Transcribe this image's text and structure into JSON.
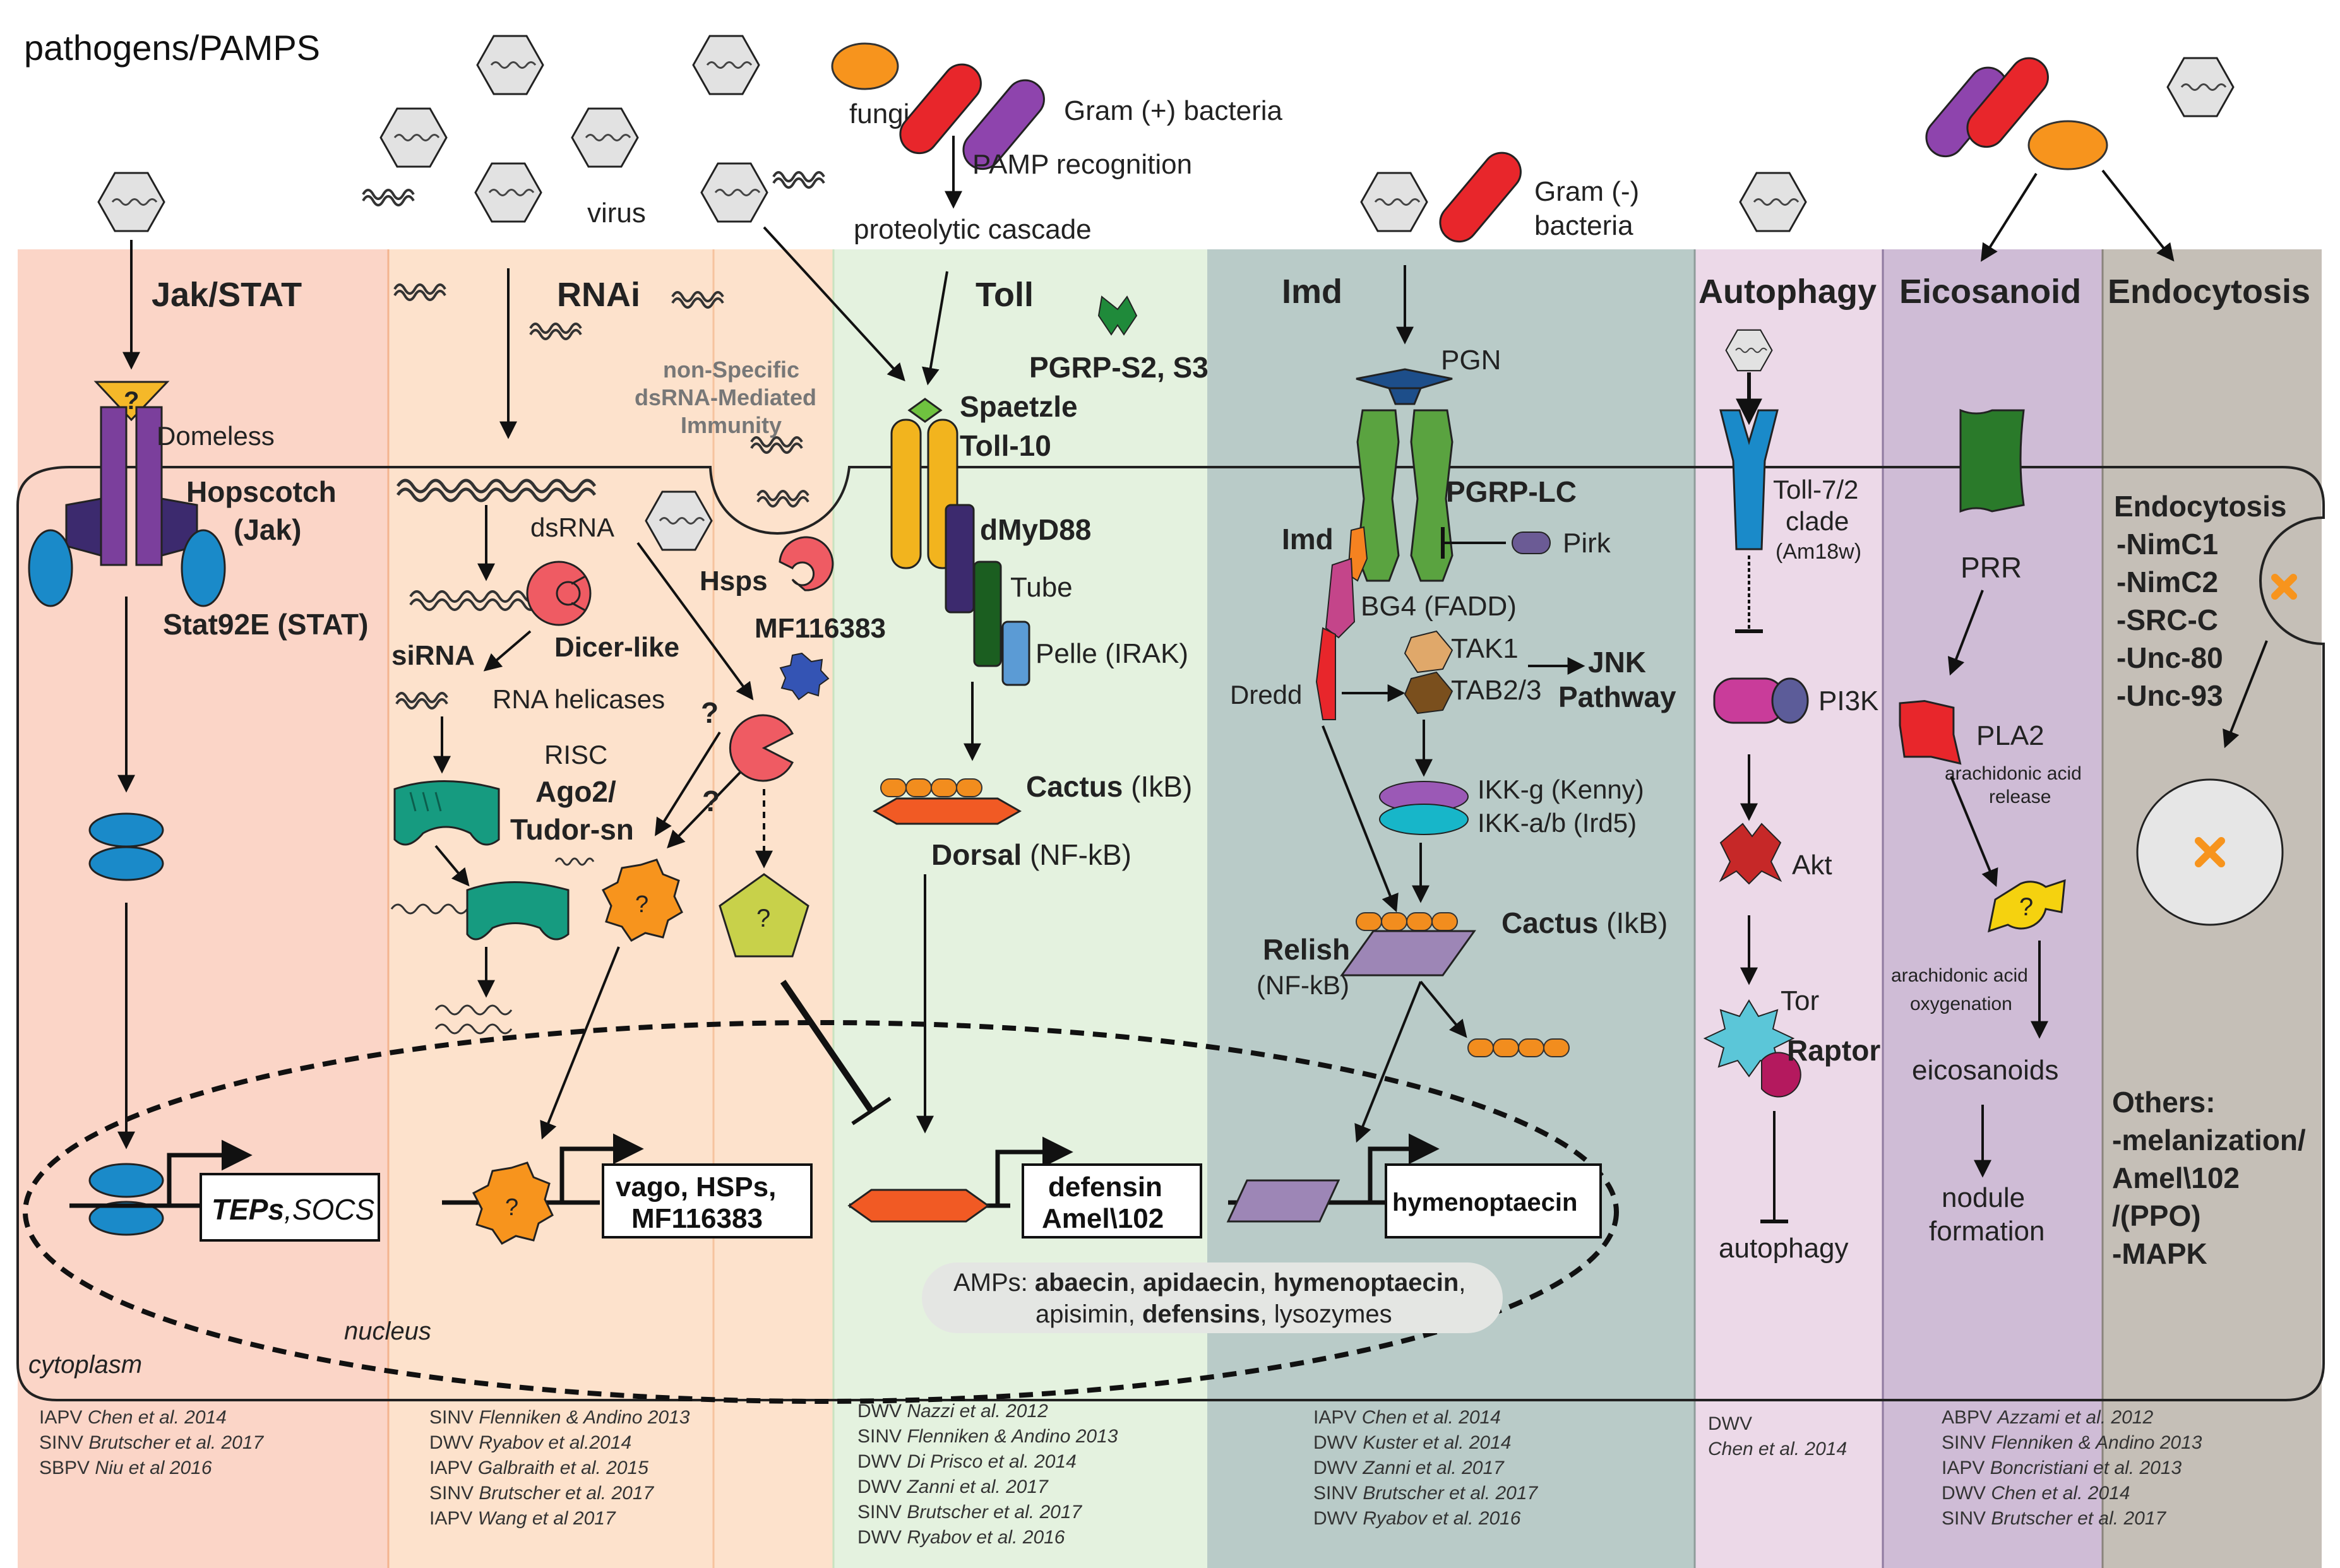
{
  "header": {
    "pathogens_label": "pathogens/PAMPS",
    "virus_label": "virus",
    "fungi_label": "fungi",
    "gram_pos_label": "Gram (+) bacteria",
    "pamp_recognition": "PAMP recognition",
    "proteolytic_cascade": "proteolytic cascade",
    "gram_neg_label_1": "Gram (-)",
    "gram_neg_label_2": "bacteria"
  },
  "lanes": {
    "jakstat": "Jak/STAT",
    "rnai": "RNAi",
    "toll": "Toll",
    "imd": "Imd",
    "autophagy": "Autophagy",
    "eicosanoid": "Eicosanoid",
    "endocytosis": "Endocytosis"
  },
  "jakstat": {
    "question": "?",
    "domeless": "Domeless",
    "hopscotch_1": "Hopscotch",
    "hopscotch_2": "(Jak)",
    "stat92e": "Stat92E (STAT)",
    "teps": "TEPs",
    "socs": ",SOCS"
  },
  "rnai": {
    "nonspecific_1": "non-Specific",
    "nonspecific_2": "dsRNA-Mediated",
    "nonspecific_3": "Immunity",
    "dsrna": "dsRNA",
    "sirna": "siRNA",
    "dicer": "Dicer-like",
    "helicases": "RNA  helicases",
    "risc": "RISC",
    "ago2": "Ago2/",
    "tudor": "Tudor-sn",
    "hsps": "Hsps",
    "mf116383": "MF116383",
    "q": "?",
    "box_1": "vago, HSPs,",
    "box_2": "MF116383"
  },
  "toll": {
    "pgrp_s": "PGRP-S2, S3",
    "spaetzle": "Spaetzle",
    "toll10": "Toll-10",
    "dmyd88": "dMyD88",
    "tube": "Tube",
    "pelle": "Pelle (IRAK)",
    "cactus": "Cactus",
    "cactus_ikb": " (IkB)",
    "dorsal": "Dorsal",
    "dorsal_nfkb": " (NF-kB)",
    "box_1": "defensin",
    "box_2": "Amel\\102",
    "amps_line1": [
      {
        "t": "AMPs: ",
        "b": false
      },
      {
        "t": "abaecin",
        "b": true
      },
      {
        "t": ", ",
        "b": false
      },
      {
        "t": "apidaecin",
        "b": true
      },
      {
        "t": ", ",
        "b": false
      },
      {
        "t": "hymenoptaecin",
        "b": true
      },
      {
        "t": ",",
        "b": false
      }
    ],
    "amps_line2": [
      {
        "t": "apisimin, ",
        "b": false
      },
      {
        "t": "defensins",
        "b": true
      },
      {
        "t": ", lysozymes",
        "b": false
      }
    ]
  },
  "imd": {
    "pgn": "PGN",
    "pgrp_lc": "PGRP-LC",
    "pirk": "Pirk",
    "imd": "Imd",
    "bg4": "BG4 (FADD)",
    "tak1": "TAK1",
    "tab": "TAB2/3",
    "jnk_1": "JNK",
    "jnk_2": "Pathway",
    "dredd": "Dredd",
    "ikkg": "IKK-g (Kenny)",
    "ikkab": "IKK-a/b (Ird5)",
    "cactus": "Cactus",
    "cactus_ikb": " (IkB)",
    "relish": "Relish",
    "relish_nfkb": "(NF-kB)",
    "box": "hymenoptaecin"
  },
  "autophagy": {
    "toll72_1": "Toll-7/2",
    "toll72_2": "clade",
    "toll72_3": "(Am18w)",
    "pi3k": "PI3K",
    "akt": "Akt",
    "tor": "Tor",
    "raptor": "Raptor",
    "autophagy": "autophagy"
  },
  "eicosanoid": {
    "prr": "PRR",
    "pla2": "PLA2",
    "aa_release_1": "arachidonic acid",
    "aa_release_2": "release",
    "aa_oxy_1": "arachidonic acid",
    "aa_oxy_2": "oxygenation",
    "eicosanoids": "eicosanoids",
    "nodule_1": "nodule",
    "nodule_2": "formation"
  },
  "endocytosis": {
    "items": [
      "Endocytosis",
      "-NimC1",
      "-NimC2",
      "-SRC-C",
      "-Unc-80",
      "-Unc-93"
    ],
    "others": [
      "Others:",
      "-melanization/",
      "Amel\\102",
      "/(PPO)",
      "-MAPK"
    ]
  },
  "cell": {
    "nucleus": "nucleus",
    "cytoplasm": "cytoplasm"
  },
  "citations": {
    "jakstat": [
      [
        "IAPV ",
        "Chen et al. 2014"
      ],
      [
        "SINV ",
        "Brutscher et al. 2017"
      ],
      [
        "SBPV ",
        "Niu et al 2016"
      ]
    ],
    "rnai": [
      [
        "SINV ",
        "Flenniken & Andino 2013"
      ],
      [
        "DWV ",
        "Ryabov et al.2014"
      ],
      [
        "IAPV ",
        "Galbraith et al. 2015"
      ],
      [
        "SINV ",
        "Brutscher et al. 2017"
      ],
      [
        "IAPV ",
        "Wang et al 2017"
      ]
    ],
    "toll": [
      [
        "DWV ",
        "Nazzi et al. 2012"
      ],
      [
        "SINV ",
        "Flenniken & Andino 2013"
      ],
      [
        "DWV ",
        "Di Prisco et al. 2014"
      ],
      [
        "DWV ",
        "Zanni et al. 2017"
      ],
      [
        "SINV ",
        "Brutscher et al. 2017"
      ],
      [
        "DWV ",
        "Ryabov et al. 2016"
      ]
    ],
    "imd": [
      [
        "IAPV ",
        "Chen et al. 2014"
      ],
      [
        "DWV ",
        "Kuster et al. 2014"
      ],
      [
        "DWV ",
        "Zanni et al. 2017"
      ],
      [
        "SINV ",
        "Brutscher et al. 2017"
      ],
      [
        "DWV ",
        "Ryabov et al. 2016"
      ]
    ],
    "autophagy": [
      [
        "DWV",
        ""
      ],
      [
        "",
        "Chen et al. 2014"
      ]
    ],
    "eicosanoid": [
      [
        "ABPV ",
        "Azzami et al. 2012"
      ],
      [
        "SINV ",
        "Flenniken & Andino 2013"
      ],
      [
        "IAPV ",
        "Boncristiani et al. 2013"
      ],
      [
        "DWV ",
        "Chen et al. 2014"
      ],
      [
        "SINV ",
        "Brutscher et al. 2017"
      ]
    ]
  },
  "colors": {
    "jakstat_bg": "#fbd5c7",
    "rnai_bg": "#fde2cc",
    "toll_bg": "#e4f2df",
    "imd_bg": "#b9cbc8",
    "autophagy_bg": "#ecd9e8",
    "eicosanoid_bg": "#cfbcd6",
    "endocytosis_bg": "#c5bfb7",
    "virus_fill": "#e2e2e2",
    "fungi": "#f7941d",
    "gram_pos": "#8e44ad",
    "gram_neg": "#e8262b",
    "receptor_blue": "#1a8ac9",
    "toll_yellow": "#f2b41e",
    "imd_green": "#5aa340",
    "dicer_red": "#ef5b63",
    "risc_teal": "#169b80",
    "cactus_orange": "#f28d1e",
    "dorsal_red": "#f15a24",
    "relish_purple": "#9d86b6"
  }
}
